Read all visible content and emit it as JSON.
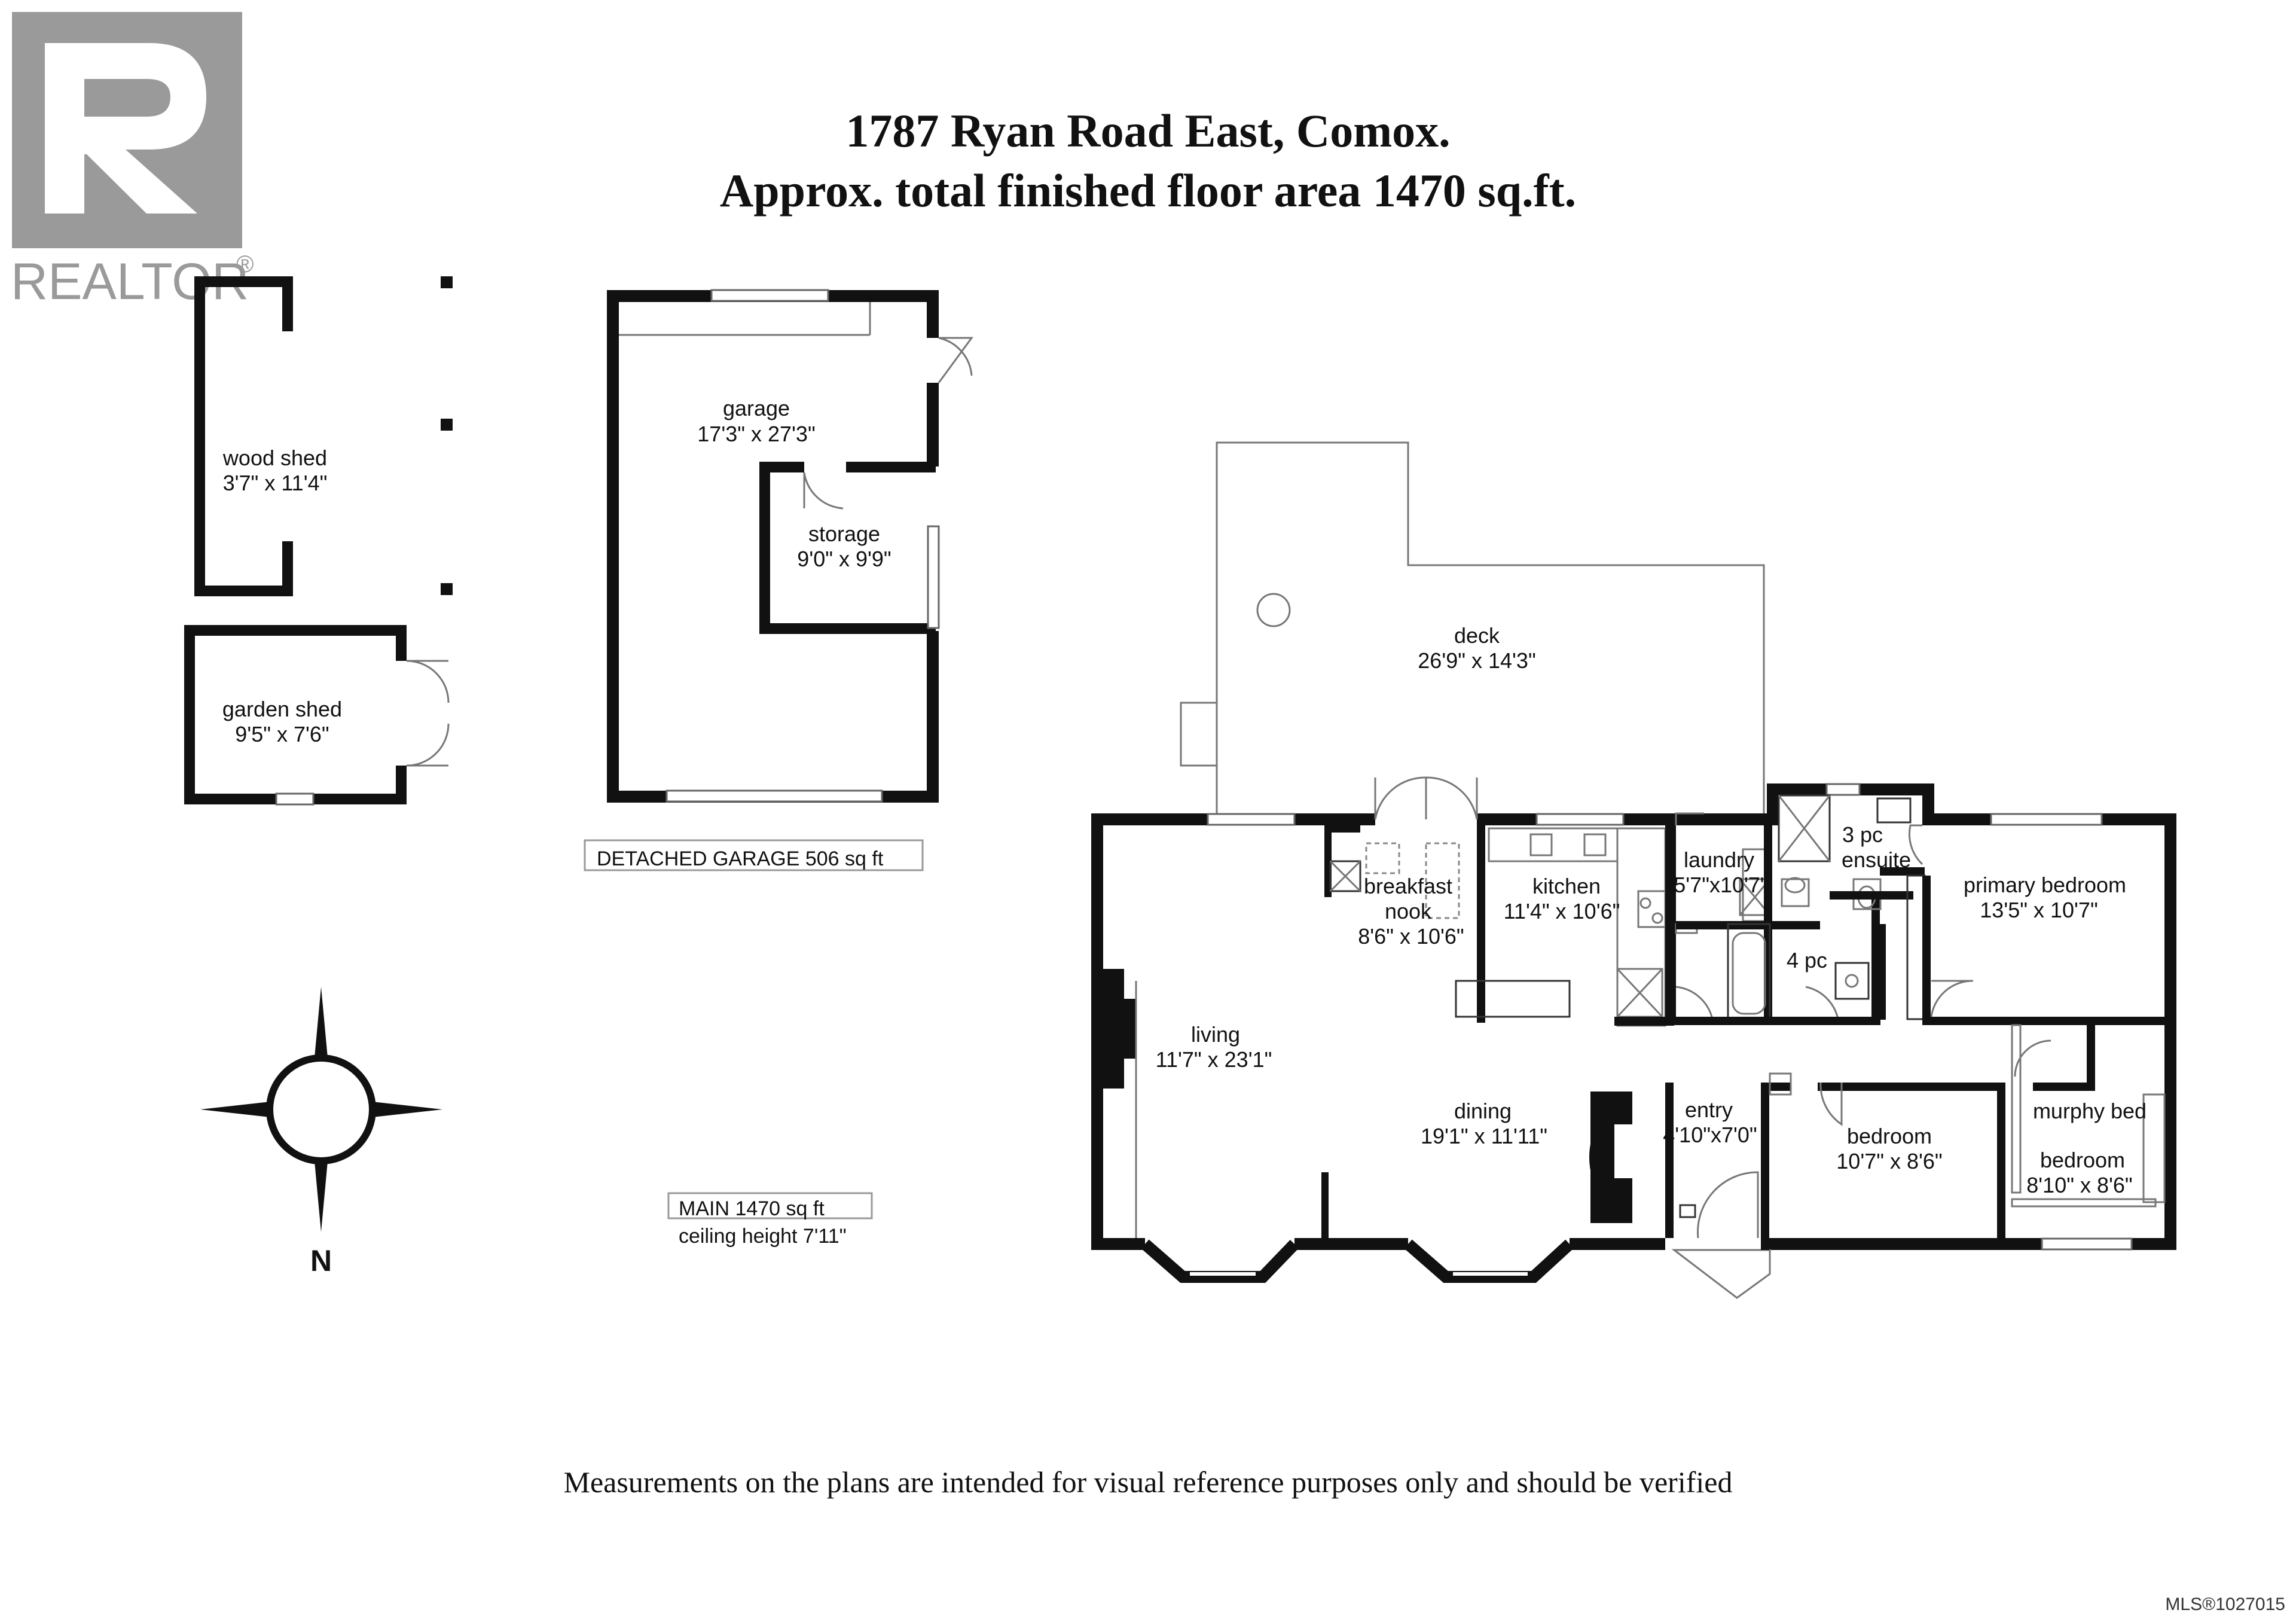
{
  "header": {
    "line1": "1787 Ryan Road East, Comox.",
    "line2": "Approx. total finished floor area 1470 sq.ft."
  },
  "logo": {
    "text": "REALTOR",
    "mark": "®"
  },
  "compass": {
    "label": "N"
  },
  "outbuildings": {
    "wood_shed": {
      "name": "wood shed",
      "dims": "3'7\" x 11'4\""
    },
    "garden_shed": {
      "name": "garden shed",
      "dims": "9'5\" x 7'6\""
    },
    "garage": {
      "name": "garage",
      "dims": "17'3\" x 27'3\""
    },
    "storage": {
      "name": "storage",
      "dims": "9'0\" x 9'9\""
    },
    "detached_label": "DETACHED GARAGE  506 sq ft"
  },
  "main": {
    "area_label": "MAIN  1470 sq ft",
    "ceiling_label": "ceiling height 7'11\"",
    "rooms": {
      "deck": {
        "name": "deck",
        "dims": "26'9\" x 14'3\""
      },
      "breakfast": {
        "name1": "breakfast",
        "name2": "nook",
        "dims": "8'6\" x 10'6\""
      },
      "kitchen": {
        "name": "kitchen",
        "dims": "11'4\" x 10'6\""
      },
      "laundry": {
        "name": "laundry",
        "dims": "5'7\"x10'7\""
      },
      "ensuite": {
        "name1": "3 pc",
        "name2": "ensuite"
      },
      "primary": {
        "name": "primary bedroom",
        "dims": "13'5\" x 10'7\""
      },
      "bath4": {
        "name": "4 pc"
      },
      "living": {
        "name": "living",
        "dims": "11'7\" x 23'1\""
      },
      "dining": {
        "name": "dining",
        "dims": "19'1\" x 11'11\""
      },
      "entry": {
        "name": "entry",
        "dims": "4'10\"x7'0\""
      },
      "bedroom": {
        "name": "bedroom",
        "dims": "10'7\" x 8'6\""
      },
      "murphy": {
        "name": "murphy bed",
        "name2": "bedroom",
        "dims": "8'10\" x 8'6\""
      }
    }
  },
  "footer": {
    "disclaimer": "Measurements on the plans are intended for visual reference purposes only and should be verified",
    "mls": "MLS®1027015"
  }
}
